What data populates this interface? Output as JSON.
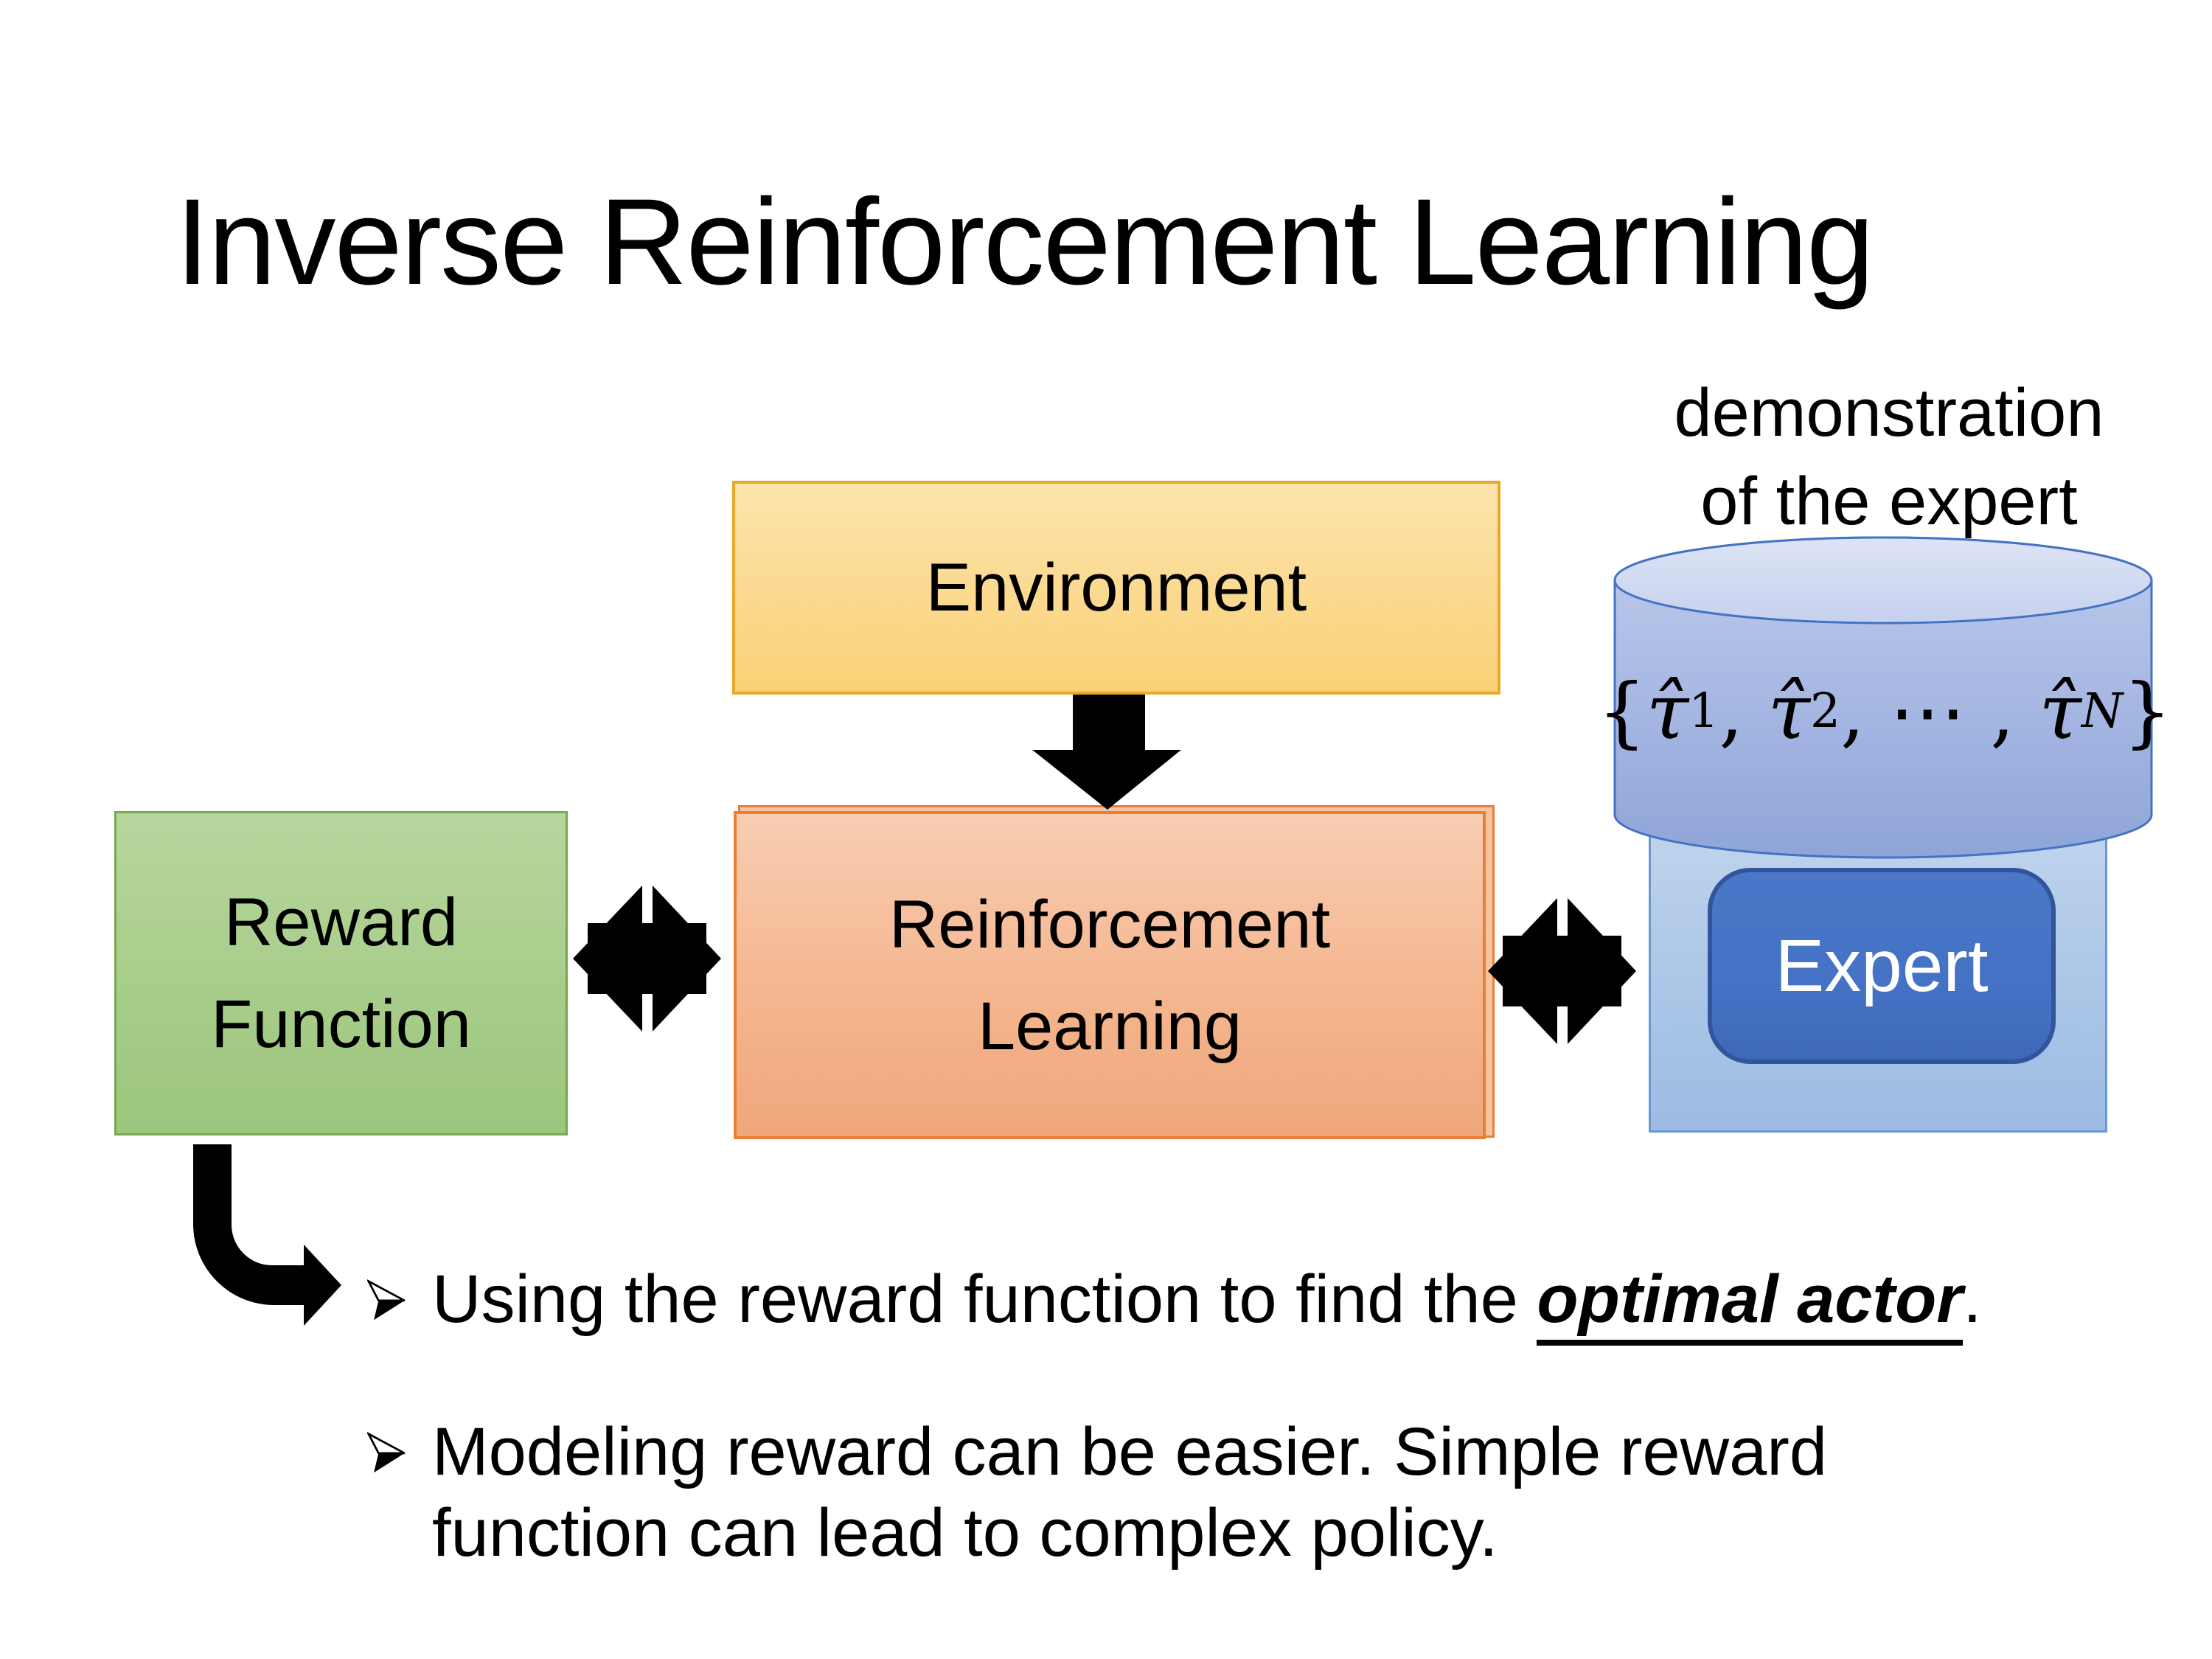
{
  "title": "Inverse Reinforcement Learning",
  "annotation": {
    "line1": "demonstration",
    "line2": "of the expert"
  },
  "boxes": {
    "environment": {
      "label": "Environment"
    },
    "reward": {
      "line1": "Reward",
      "line2": "Function"
    },
    "rl": {
      "line1": "Reinforcement",
      "line2": "Learning"
    },
    "expert": {
      "label": "Expert"
    }
  },
  "database": {
    "formula_segments": [
      {
        "t": "{"
      },
      {
        "t": "τ̂",
        "italic": true
      },
      {
        "t": "1",
        "sub": true
      },
      {
        "t": ", "
      },
      {
        "t": "τ̂",
        "italic": true
      },
      {
        "t": "2",
        "sub": true
      },
      {
        "t": ", ⋯ , "
      },
      {
        "t": "τ̂",
        "italic": true
      },
      {
        "t": "N",
        "sub": true,
        "italic": true
      },
      {
        "t": "}"
      }
    ]
  },
  "bullets": [
    {
      "prefix": "Using the reward function to find the ",
      "emphasis": "optimal actor",
      "suffix": "."
    },
    {
      "text": "Modeling reward can be easier. Simple reward function can lead to complex policy."
    }
  ],
  "icons": [
    "down-arrow",
    "double-arrow-left",
    "double-arrow-right",
    "bent-arrow",
    "bullet-arrowhead",
    "database-cylinder"
  ],
  "colors": {
    "environment_fill": "#FAD176",
    "environment_border": "#ECA728",
    "rl_fill": "#F4B68F",
    "rl_border": "#ED7D31",
    "reward_fill": "#A9CE8C",
    "reward_border": "#74A94E",
    "expert_container_fill": "#AFC9E8",
    "expert_container_border": "#6C97D0",
    "expert_fill": "#4472C4",
    "expert_border": "#32549B",
    "cylinder_fill": "#9FB3E0",
    "cylinder_border": "#4472C4",
    "arrow": "#000000",
    "text": "#000000"
  }
}
